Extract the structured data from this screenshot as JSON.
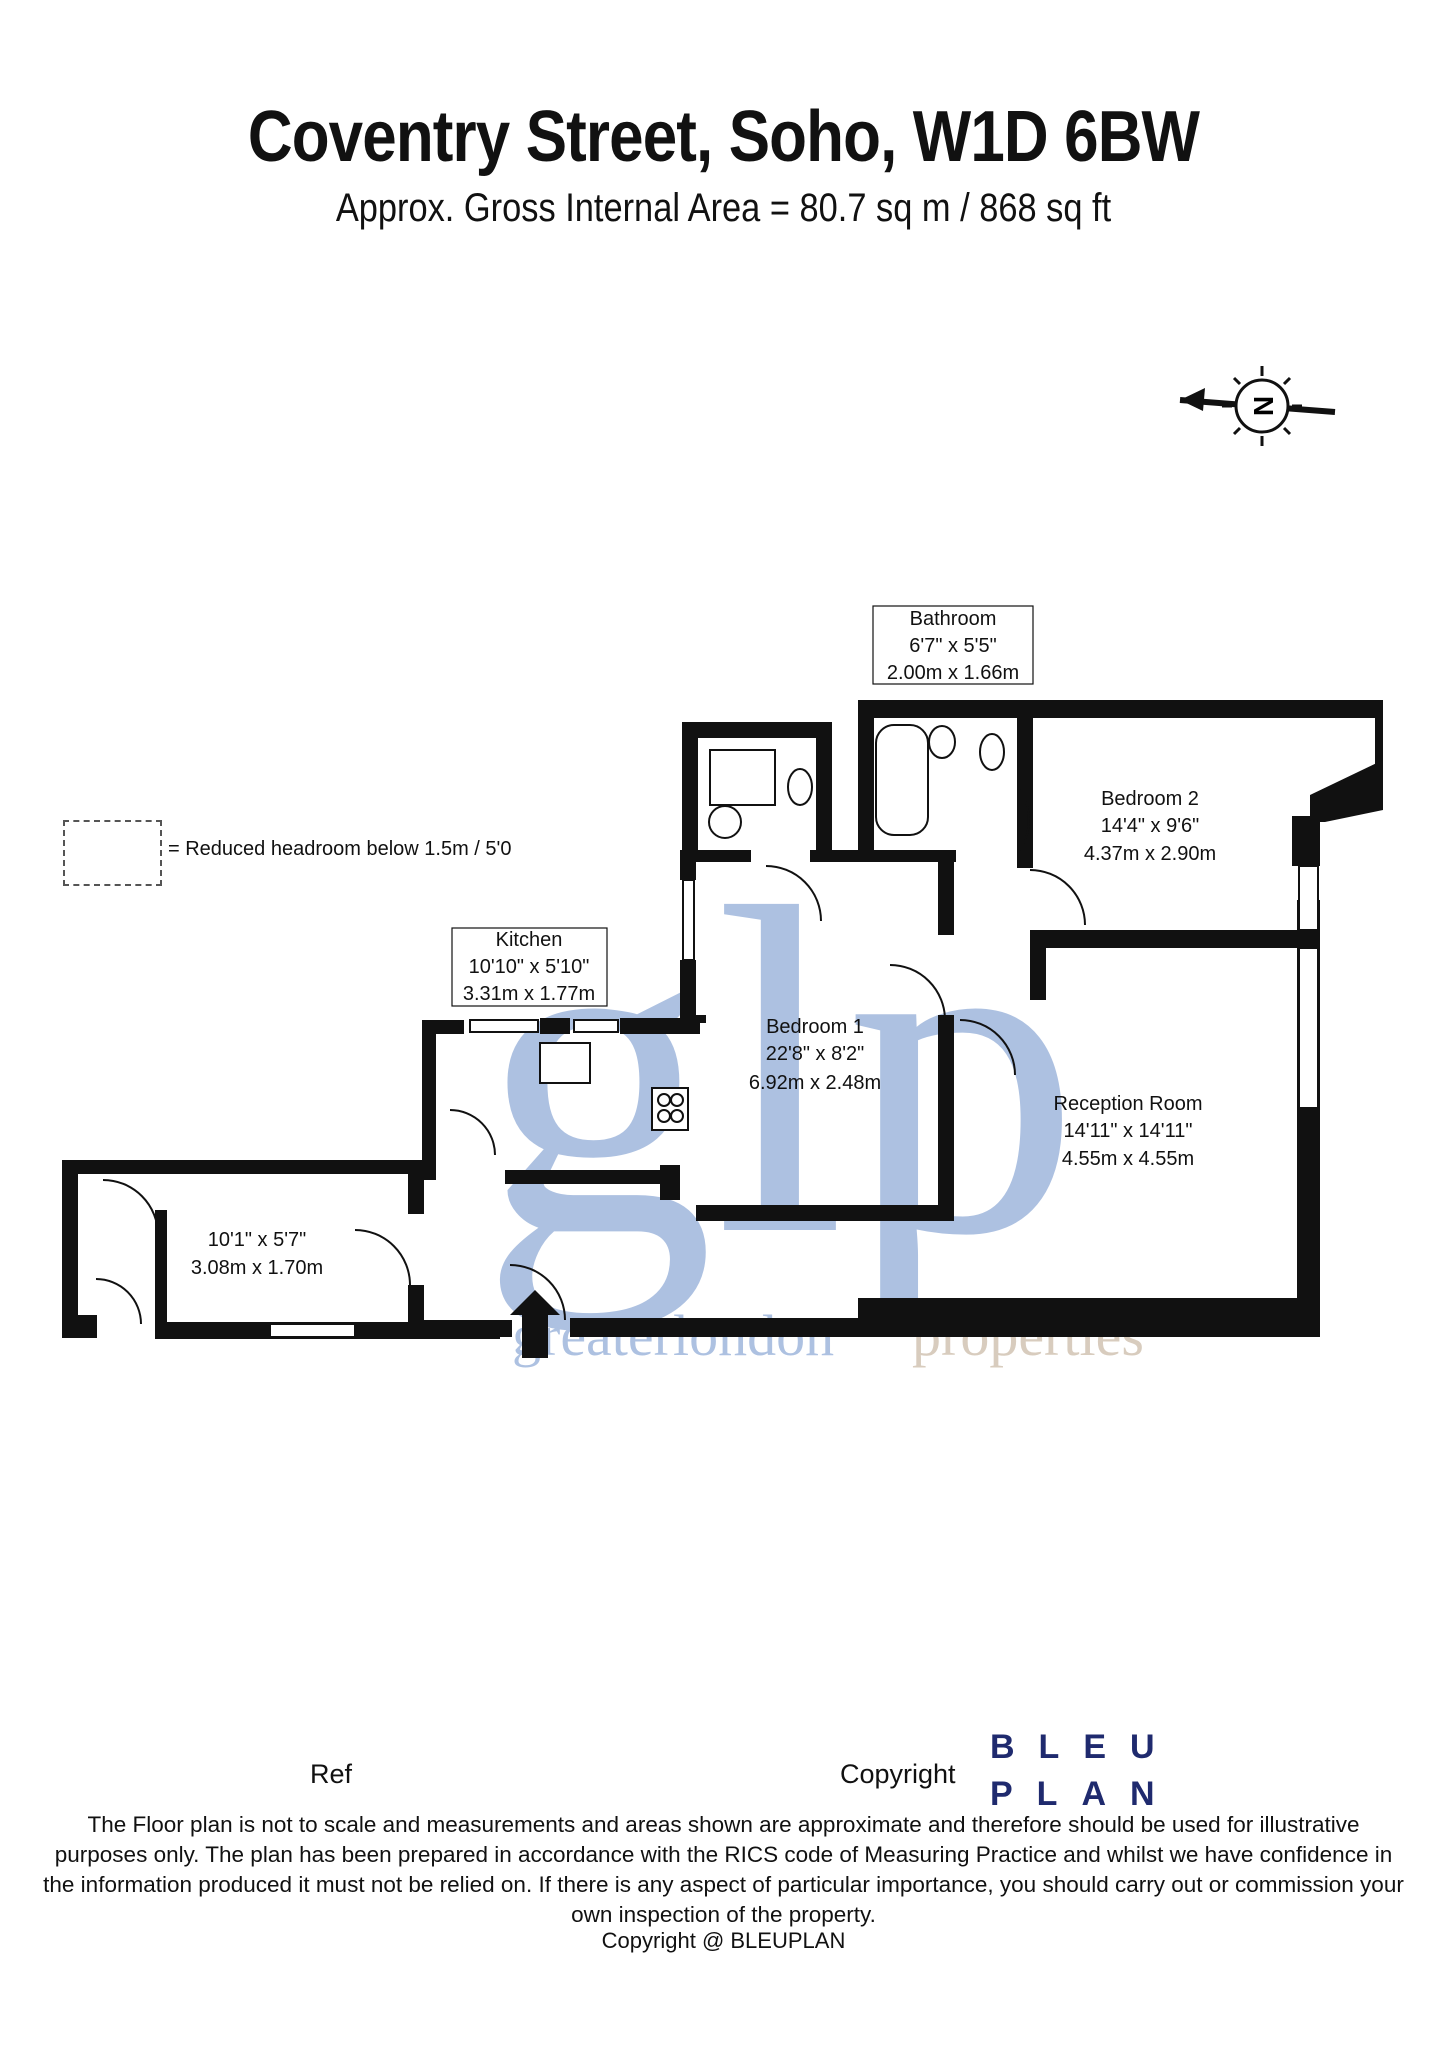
{
  "header": {
    "title": "Coventry Street, Soho, W1D 6BW",
    "subtitle": "Approx. Gross Internal Area = 80.7 sq m / 868 sq ft"
  },
  "compass": {
    "label": "N"
  },
  "legend": {
    "text": "= Reduced headroom below 1.5m / 5'0"
  },
  "rooms": {
    "bathroom": {
      "name": "Bathroom",
      "imperial": "6'7\" x 5'5\"",
      "metric": "2.00m x 1.66m"
    },
    "bedroom2": {
      "name": "Bedroom 2",
      "imperial": "14'4\" x 9'6\"",
      "metric": "4.37m x 2.90m"
    },
    "kitchen": {
      "name": "Kitchen",
      "imperial": "10'10\" x 5'10\"",
      "metric": "3.31m x 1.77m"
    },
    "bedroom1": {
      "name": "Bedroom 1",
      "imperial": "22'8\" x 8'2\"",
      "metric": "6.92m x 2.48m"
    },
    "reception": {
      "name": "Reception Room",
      "imperial": "14'11\" x 14'11\"",
      "metric": "4.55m x 4.55m"
    },
    "entrance": {
      "imperial": "10'1\" x 5'7\"",
      "metric": "3.08m x 1.70m"
    }
  },
  "watermark": {
    "monogram": "glp",
    "wordmark_a": "greaterlondon",
    "wordmark_b": "properties"
  },
  "footer": {
    "ref_label": "Ref",
    "copyright_label": "Copyright",
    "logo_line1": "BLEU",
    "logo_line2": "PLAN",
    "disclaimer": "The Floor plan is not to scale and measurements and areas shown are approximate and therefore should be used for illustrative purposes only. The plan has been prepared in accordance with the RICS code of Measuring Practice and whilst we have confidence in the information produced it must not be relied on. If there is any aspect of particular importance, you should carry out or commission your own inspection of the property.",
    "copyright_notice": "Copyright @ BLEUPLAN"
  },
  "colors": {
    "wall": "#111111",
    "watermark_blue": "#6b8fc9",
    "watermark_tan": "#b9a48a",
    "logo_navy": "#1f2a6e"
  }
}
